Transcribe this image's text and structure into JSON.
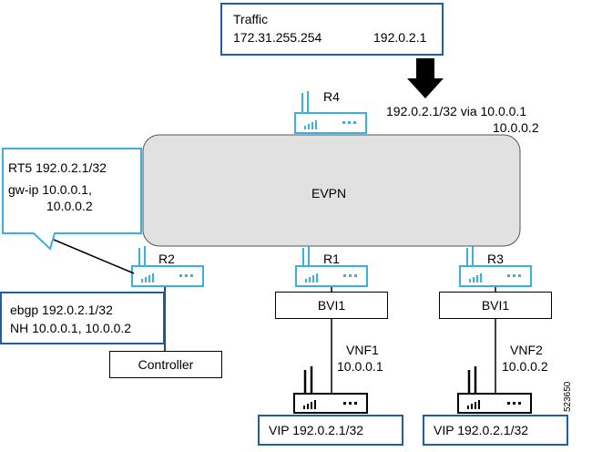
{
  "traffic_box": {
    "title": "Traffic",
    "source": "172.31.255.254",
    "destination": "192.0.2.1"
  },
  "route_label": {
    "line1": "192.0.2.1/32 via 10.0.0.1",
    "line2": "10.0.0.2"
  },
  "evpn": {
    "label": "EVPN"
  },
  "routers": {
    "r4": "R4",
    "r2": "R2",
    "r1": "R1",
    "r3": "R3"
  },
  "rt5_callout": {
    "line1": "RT5 192.0.2.1/32",
    "line2": "gw-ip 10.0.0.1,",
    "line3": "10.0.0.2"
  },
  "ebgp_box": {
    "line1": "ebgp 192.0.2.1/32",
    "line2": "NH 10.0.0.1, 10.0.0.2"
  },
  "controller": {
    "label": "Controller"
  },
  "bvi": {
    "left": "BVI1",
    "right": "BVI1"
  },
  "vnf1": {
    "name": "VNF1",
    "ip": "10.0.0.1"
  },
  "vnf2": {
    "name": "VNF2",
    "ip": "10.0.0.2"
  },
  "vip": {
    "left": "VIP 192.0.2.1/32",
    "right": "VIP 192.0.2.1/32"
  },
  "figure_id": "523650",
  "colors": {
    "router_blue": "#3ab0de",
    "box_blue": "#1f5fa8",
    "cloud_fill": "#e1e1e1"
  }
}
